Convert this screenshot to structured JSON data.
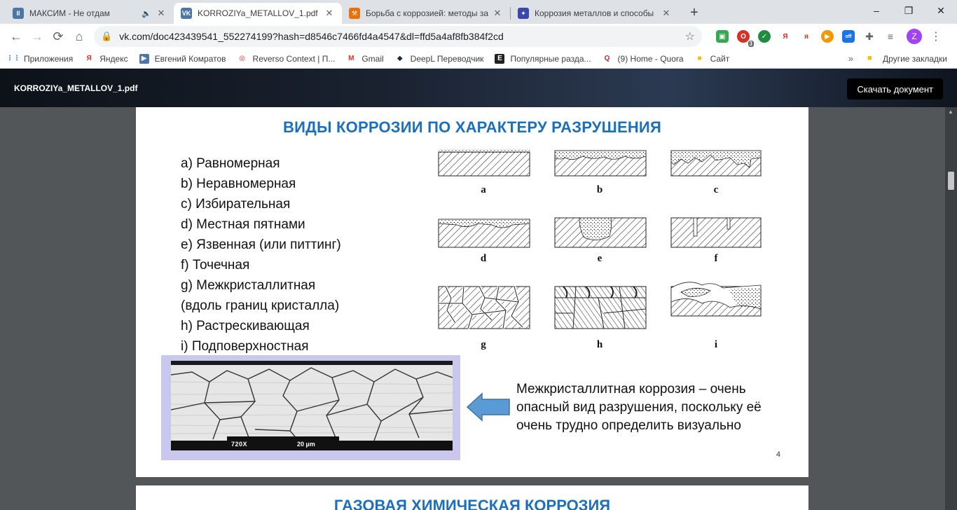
{
  "browser": {
    "tabs": [
      {
        "title": "МАКСИМ - Не отдам",
        "active": false,
        "favicon_color": "#4a76a8",
        "favicon_glyph": "II",
        "sound": true
      },
      {
        "title": "KORROZIYa_METALLOV_1.pdf",
        "active": true,
        "favicon_color": "#4a76a8",
        "favicon_glyph": "VK",
        "sound": false
      },
      {
        "title": "Борьба с коррозией: методы за",
        "active": false,
        "favicon_color": "#e8710a",
        "favicon_glyph": "⚒",
        "sound": false
      },
      {
        "title": "Коррозия металлов и способы",
        "active": false,
        "favicon_color": "#3949ab",
        "favicon_glyph": "✦",
        "sound": false
      }
    ],
    "new_tab_glyph": "+",
    "window_controls": [
      "–",
      "❐",
      "✕"
    ],
    "nav": {
      "back": "←",
      "forward": "→",
      "reload": "⟳",
      "home": "⌂"
    },
    "url": "vk.com/doc423439541_552274199?hash=d8546c7466fd4a4547&dl=ffd5a4af8fb384f2cd",
    "extensions": [
      {
        "name": "photo-extension-icon",
        "color": "#34a853",
        "glyph": "▣"
      },
      {
        "name": "opera-extension-icon",
        "color": "#d93025",
        "glyph": "O"
      },
      {
        "name": "check-extension-icon",
        "color": "#1e8e3e",
        "glyph": "✓"
      },
      {
        "name": "yandex-extension-icon",
        "color": "#ffffff",
        "glyph": "Я"
      },
      {
        "name": "yandex-mini-extension-icon",
        "color": "#ffffff",
        "glyph": "я"
      },
      {
        "name": "orange-extension-icon",
        "color": "#f29900",
        "glyph": "▶"
      },
      {
        "name": "vpn-extension-icon",
        "color": "#5f6368",
        "glyph": "off"
      },
      {
        "name": "puzzle-extension-icon",
        "color": "#ffffff",
        "glyph": "✚"
      },
      {
        "name": "playlist-extension-icon",
        "color": "#ffffff",
        "glyph": "≡"
      }
    ],
    "badge_count": "3",
    "avatar_letter": "Z",
    "bookmarks": [
      {
        "label": "Приложения",
        "glyph": "⋮⋮",
        "color": "#4285f4"
      },
      {
        "label": "Яндекс",
        "glyph": "Я",
        "color": "#d93025"
      },
      {
        "label": "Евгений Комратов",
        "glyph": "▶",
        "color": "#4a76a8"
      },
      {
        "label": "Reverso Context | П...",
        "glyph": "◎",
        "color": "#d93025"
      },
      {
        "label": "Gmail",
        "glyph": "M",
        "color": "#d93025"
      },
      {
        "label": "DeepL Переводчик",
        "glyph": "◆",
        "color": "#0f2b46"
      },
      {
        "label": "Популярные разда...",
        "glyph": "E",
        "color": "#202124"
      },
      {
        "label": "(9) Home - Quora",
        "glyph": "Q",
        "color": "#b92b27"
      },
      {
        "label": "Сайт",
        "glyph": "■",
        "color": "#fbbc04"
      }
    ],
    "bookmarks_more": "»",
    "other_bookmarks": "Другие закладки"
  },
  "doc": {
    "filename": "KORROZIYa_METALLOV_1.pdf",
    "download_label": "Скачать документ"
  },
  "slide1": {
    "title": "ВИДЫ КОРРОЗИИ ПО ХАРАКТЕРУ РАЗРУШЕНИЯ",
    "types": [
      "a) Равномерная",
      "b) Неравномерная",
      "c) Избирательная",
      "d) Местная пятнами",
      "e) Язвенная (или питтинг)",
      "f) Точечная",
      "g) Межкристаллитная",
      "(вдоль границ кристалла)",
      "h) Растрескивающая",
      "i) Подповерхностная"
    ],
    "diagram_labels": [
      "a",
      "b",
      "c",
      "d",
      "e",
      "f",
      "g",
      "h",
      "i"
    ],
    "micro_scale": "720X",
    "micro_unit": "20 µm",
    "note": "Межкристаллитная коррозия – очень опасный вид разрушения, поскольку её очень трудно определить визуально",
    "page_number": "4"
  },
  "slide2": {
    "title": "ГАЗОВАЯ ХИМИЧЕСКАЯ КОРРОЗИЯ"
  }
}
